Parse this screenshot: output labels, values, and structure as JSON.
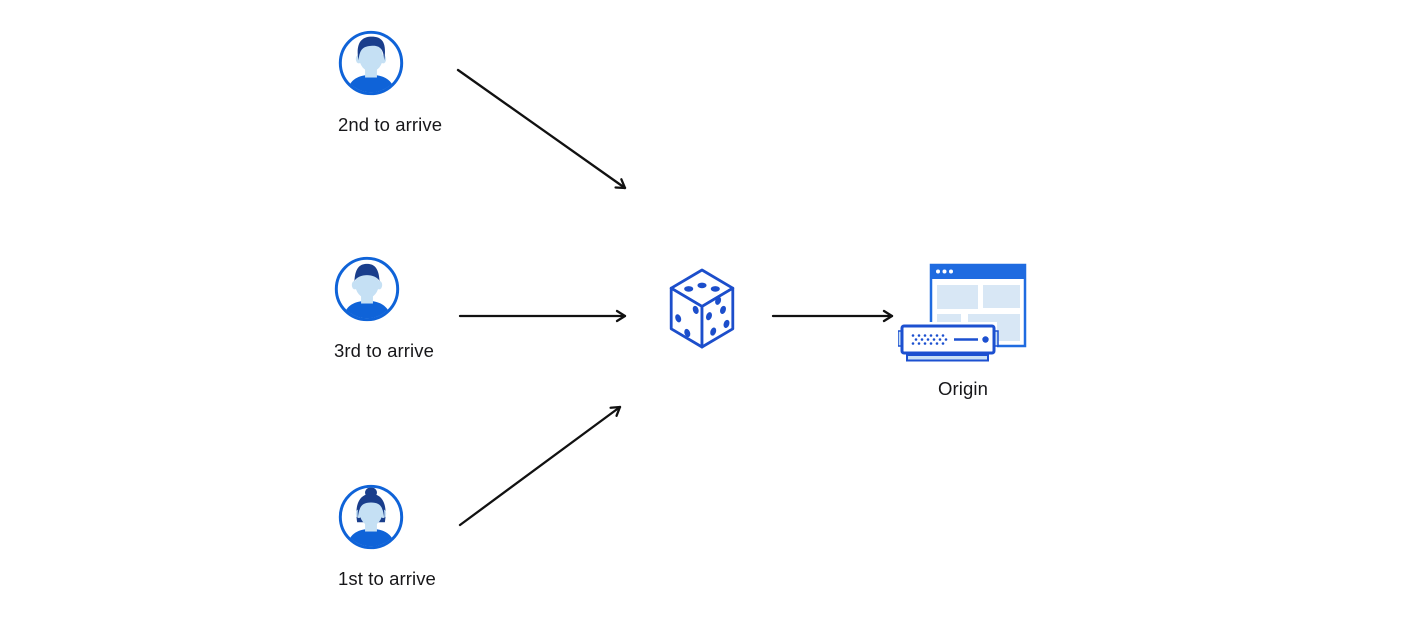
{
  "diagram": {
    "type": "flow",
    "background": "#ffffff",
    "colors": {
      "arrow": "#111111",
      "avatar_blue": "#0f63d8",
      "avatar_hair": "#1a3e8c",
      "avatar_skin": "#c5e0f4",
      "dice_blue": "#1c4ecb",
      "browser_blue": "#1f6be0",
      "panel_light_blue": "#d8e7f5",
      "server_blue": "#1c50d0",
      "server_light_blue": "#c9e0f6",
      "label_text": "#17171a"
    },
    "nodes": [
      {
        "id": "client-2nd",
        "icon": "user-male-icon",
        "label": "2nd to arrive"
      },
      {
        "id": "client-3rd",
        "icon": "user-male-icon",
        "label": "3rd to arrive"
      },
      {
        "id": "client-1st",
        "icon": "user-female-icon",
        "label": "1st to arrive"
      },
      {
        "id": "randomizer-dice",
        "icon": "dice-icon"
      },
      {
        "id": "origin",
        "icon": "origin-server-icon",
        "label": "Origin"
      }
    ],
    "edges": [
      {
        "from": "client-2nd",
        "to": "randomizer-dice"
      },
      {
        "from": "client-3rd",
        "to": "randomizer-dice"
      },
      {
        "from": "client-1st",
        "to": "randomizer-dice"
      },
      {
        "from": "randomizer-dice",
        "to": "origin"
      }
    ]
  }
}
